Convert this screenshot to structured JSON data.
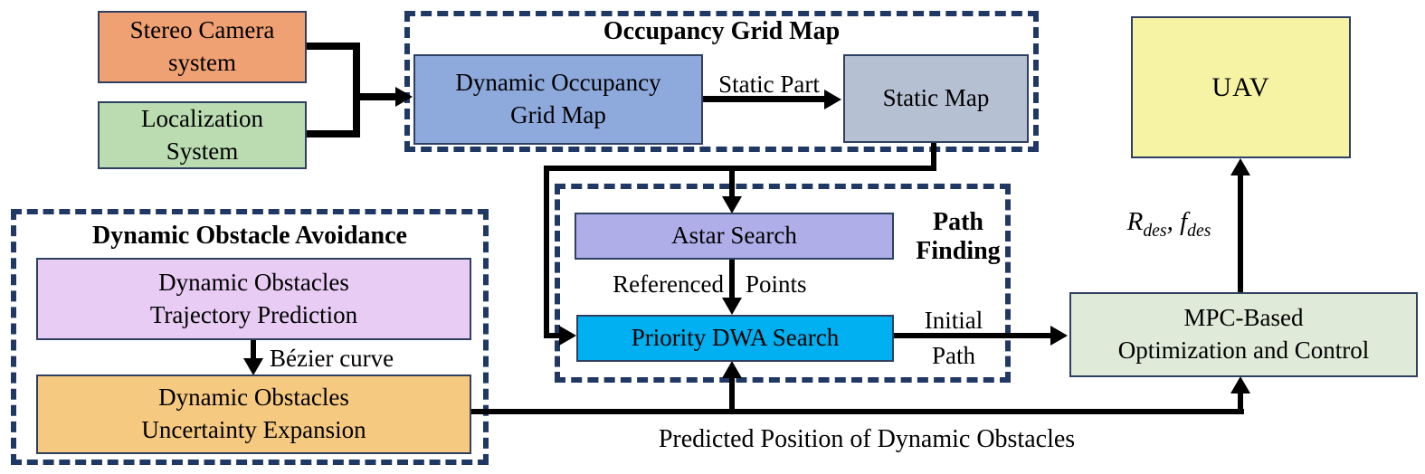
{
  "groups": {
    "occupancy_grid_map": {
      "title": "Occupancy Grid Map"
    },
    "path_finding": {
      "title": [
        "Path",
        "Finding"
      ]
    },
    "dynamic_obstacle_avoidance": {
      "title": "Dynamic Obstacle Avoidance"
    }
  },
  "nodes": {
    "stereo_camera": {
      "lines": [
        "Stereo Camera",
        "system"
      ],
      "color": "#F0A173"
    },
    "localization": {
      "lines": [
        "Localization",
        "System"
      ],
      "color": "#BADCB0"
    },
    "dynamic_occupancy_grid_map": {
      "lines": [
        "Dynamic Occupancy",
        "Grid Map"
      ],
      "color": "#8EA9DC"
    },
    "static_map": {
      "lines": [
        "Static Map"
      ],
      "color": "#B5C0D2"
    },
    "astar_search": {
      "lines": [
        "Astar Search"
      ],
      "color": "#AFAEE8"
    },
    "priority_dwa_search": {
      "lines": [
        "Priority DWA Search"
      ],
      "color": "#00B0F0"
    },
    "trajectory_prediction": {
      "lines": [
        "Dynamic Obstacles",
        "Trajectory Prediction"
      ],
      "color": "#E8CCF4"
    },
    "uncertainty_expansion": {
      "lines": [
        "Dynamic Obstacles",
        "Uncertainty Expansion"
      ],
      "color": "#F6C981"
    },
    "mpc": {
      "lines": [
        "MPC-Based",
        "Optimization and Control"
      ],
      "color": "#DFEAD8"
    },
    "uav": {
      "lines": [
        "UAV"
      ],
      "color": "#F6F3A4"
    }
  },
  "edge_labels": {
    "static_part": "Static Part",
    "referenced": "Referenced",
    "points": "Points",
    "initial": "Initial",
    "initial_path": "Path",
    "bezier_curve": "Bézier curve",
    "predicted_position": "Predicted Position of  Dynamic Obstacles",
    "rdes_fdes": {
      "var1": "R",
      "sub1": "des",
      "sep": ", ",
      "var2": "f",
      "sub2": "des"
    }
  },
  "style": {
    "dash_color": "#1F3864",
    "line_color": "#000000"
  }
}
